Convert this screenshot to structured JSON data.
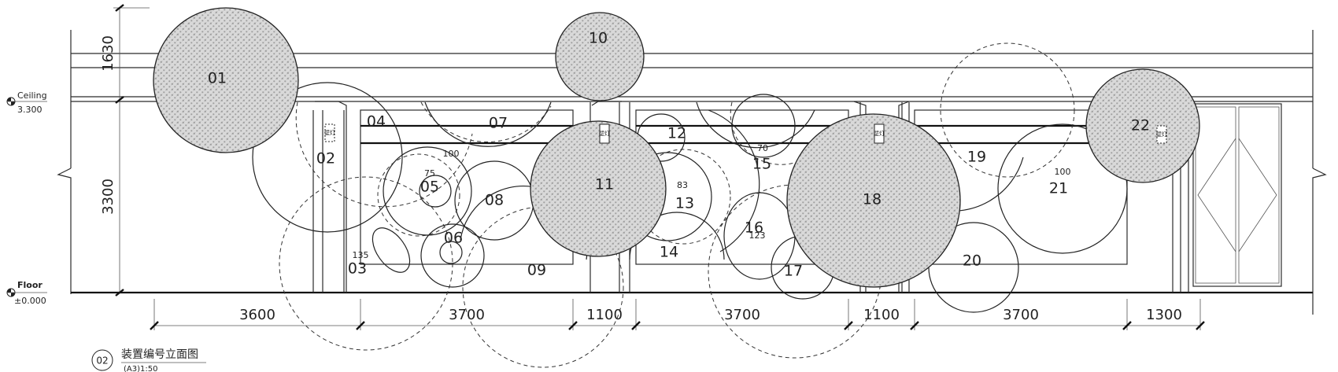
{
  "levels": {
    "ceiling": {
      "name": "Ceiling",
      "value": "3.300"
    },
    "floor": {
      "name": "Floor",
      "value": "±0.000"
    }
  },
  "vertical_dims": {
    "upper": "1630",
    "main": "3300"
  },
  "horizontal_dims": [
    "3600",
    "3700",
    "1100",
    "3700",
    "1100",
    "3700",
    "1300"
  ],
  "installations": [
    "01",
    "02",
    "03",
    "04",
    "05",
    "06",
    "07",
    "08",
    "09",
    "10",
    "11",
    "12",
    "13",
    "14",
    "15",
    "16",
    "17",
    "18",
    "19",
    "20",
    "21",
    "22"
  ],
  "size_notes": {
    "n100a": "100",
    "n75": "75",
    "n135": "135",
    "n83": "83",
    "n70": "70",
    "n123": "123",
    "n100b": "100"
  },
  "lamp_label": "壁灯",
  "drawing_title": {
    "number": "02",
    "name": "装置编号立面图",
    "scale": "(A3)1:50"
  }
}
